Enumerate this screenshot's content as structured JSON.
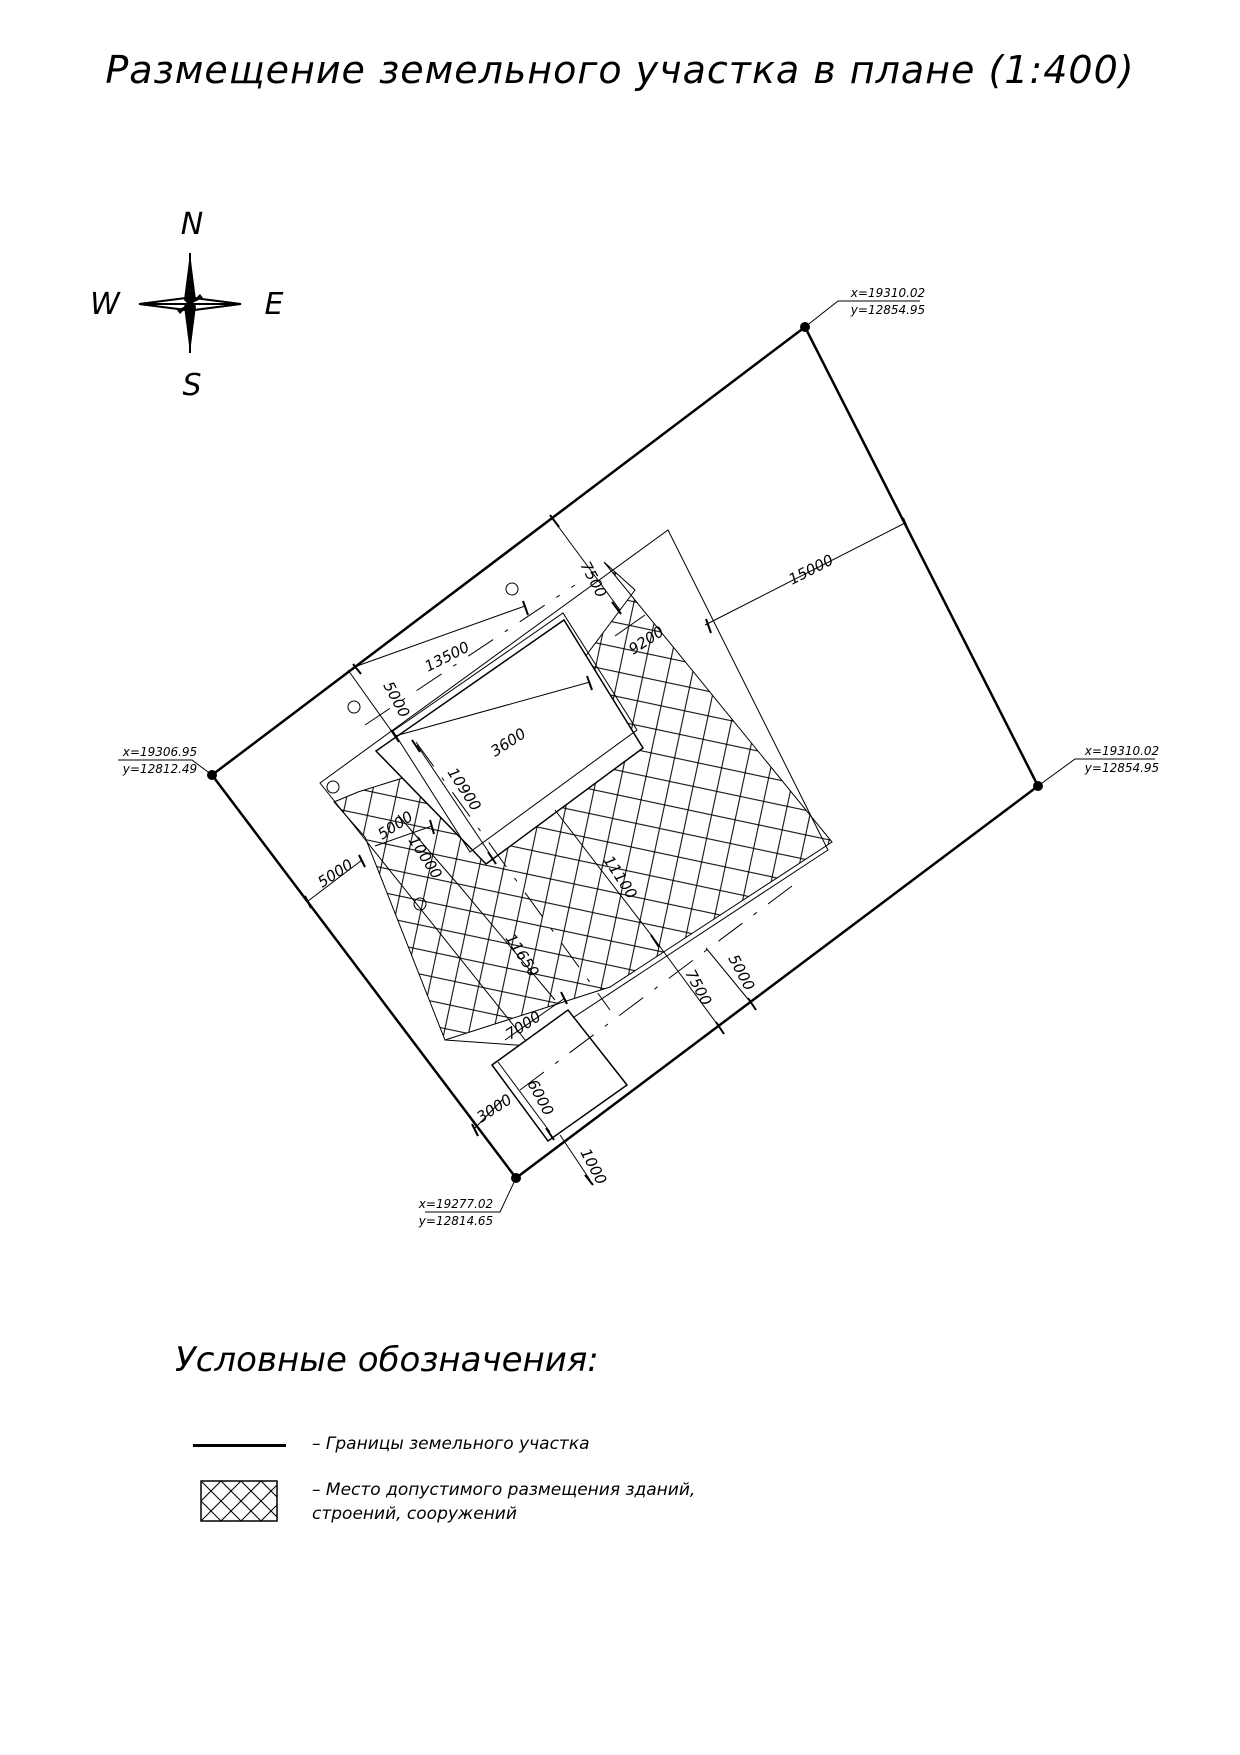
{
  "title": "Размещение земельного участка в плане (1:400)",
  "compass": {
    "n": "N",
    "s": "S",
    "w": "W",
    "e": "E"
  },
  "coords": {
    "top": {
      "x": "x=19310.02",
      "y": "y=12854.95"
    },
    "left": {
      "x": "x=19306.95",
      "y": "y=12812.49"
    },
    "right": {
      "x": "x=19310.02",
      "y": "y=12854.95"
    },
    "bottom": {
      "x": "x=19277.02",
      "y": "y=12814.65"
    }
  },
  "dimensions": {
    "d7500_top": "7500",
    "d15000": "15000",
    "d13500": "13500",
    "d5000_a": "5000",
    "d9200": "9200",
    "d3600": "3600",
    "d10900": "10900",
    "d5000_b": "5000",
    "d10000": "10000",
    "d5000_left": "5000",
    "d11100": "11100",
    "d11650": "11650",
    "d7500_bottom": "7500",
    "d5000_bottom": "5000",
    "d7000": "7000",
    "d6000": "6000",
    "d3000": "3000",
    "d1000": "1000"
  },
  "legend": {
    "title": "Условные обозначения:",
    "boundary": "– Границы земельного участка",
    "zone_line1": "– Место допустимого размещения зданий,",
    "zone_line2": "строений, сооружений"
  }
}
